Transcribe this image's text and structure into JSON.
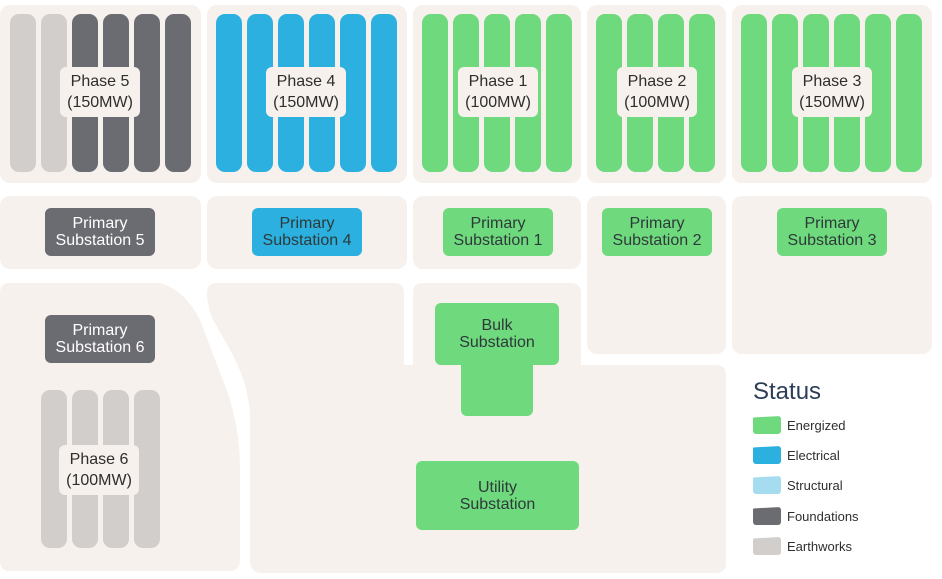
{
  "colors": {
    "energized": "#6fd97d",
    "electrical": "#2bb0e0",
    "structural": "#a6dcf0",
    "foundations": "#6b6b72",
    "earthworks": "#d1cecc",
    "parcel": "#f6f1ec"
  },
  "phases": {
    "phase5": {
      "name": "Phase 5",
      "capacity": "(150MW)"
    },
    "phase4": {
      "name": "Phase 4",
      "capacity": "(150MW)"
    },
    "phase1": {
      "name": "Phase 1",
      "capacity": "(100MW)"
    },
    "phase2": {
      "name": "Phase 2",
      "capacity": "(100MW)"
    },
    "phase3": {
      "name": "Phase 3",
      "capacity": "(150MW)"
    },
    "phase6": {
      "name": "Phase 6",
      "capacity": "(100MW)"
    }
  },
  "substations": {
    "primary5": {
      "line1": "Primary",
      "line2": "Substation 5"
    },
    "primary4": {
      "line1": "Primary",
      "line2": "Substation 4"
    },
    "primary1": {
      "line1": "Primary",
      "line2": "Substation 1"
    },
    "primary2": {
      "line1": "Primary",
      "line2": "Substation 2"
    },
    "primary3": {
      "line1": "Primary",
      "line2": "Substation 3"
    },
    "primary6": {
      "line1": "Primary",
      "line2": "Substation 6"
    },
    "bulk": {
      "line1": "Bulk",
      "line2": "Substation"
    },
    "utility": {
      "line1": "Utility",
      "line2": "Substation"
    }
  },
  "legend": {
    "title": "Status",
    "items": [
      {
        "label": "Energized",
        "icon": "energized-swatch"
      },
      {
        "label": "Electrical",
        "icon": "electrical-swatch"
      },
      {
        "label": "Structural",
        "icon": "structural-swatch"
      },
      {
        "label": "Foundations",
        "icon": "foundations-swatch"
      },
      {
        "label": "Earthworks",
        "icon": "earthworks-swatch"
      }
    ]
  }
}
